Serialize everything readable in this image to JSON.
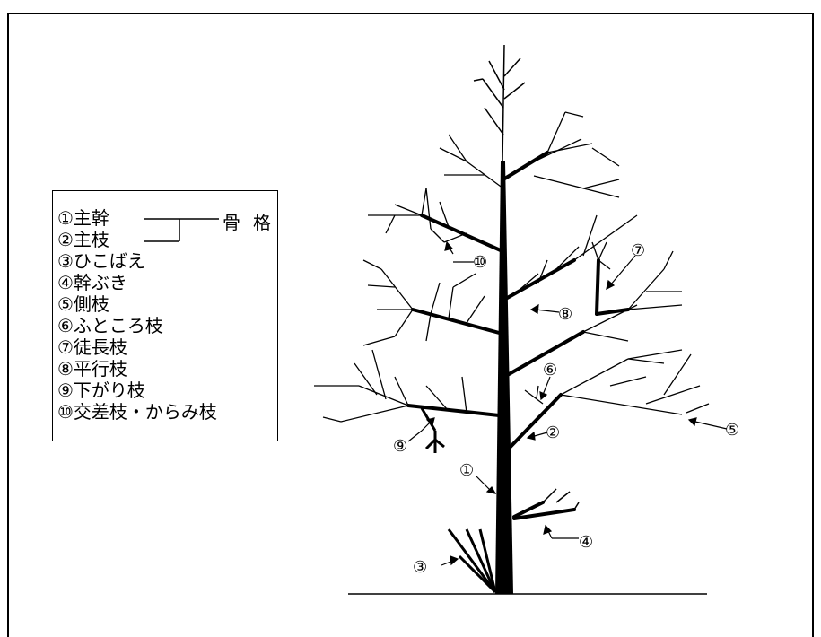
{
  "legend": {
    "items": [
      "①主幹",
      "②主枝",
      "③ひこばえ",
      "④幹ぶき",
      "⑤側枝",
      "⑥ふところ枝",
      "⑦徒長枝",
      "⑧平行枝",
      "⑨下がり枝",
      "⑩交差枝・からみ枝"
    ],
    "skeleton_label": "骨格"
  },
  "callouts": {
    "c1": "①",
    "c2": "②",
    "c3": "③",
    "c4": "④",
    "c5": "⑤",
    "c6": "⑥",
    "c7": "⑦",
    "c8": "⑧",
    "c9": "⑨",
    "c10": "⑩"
  }
}
